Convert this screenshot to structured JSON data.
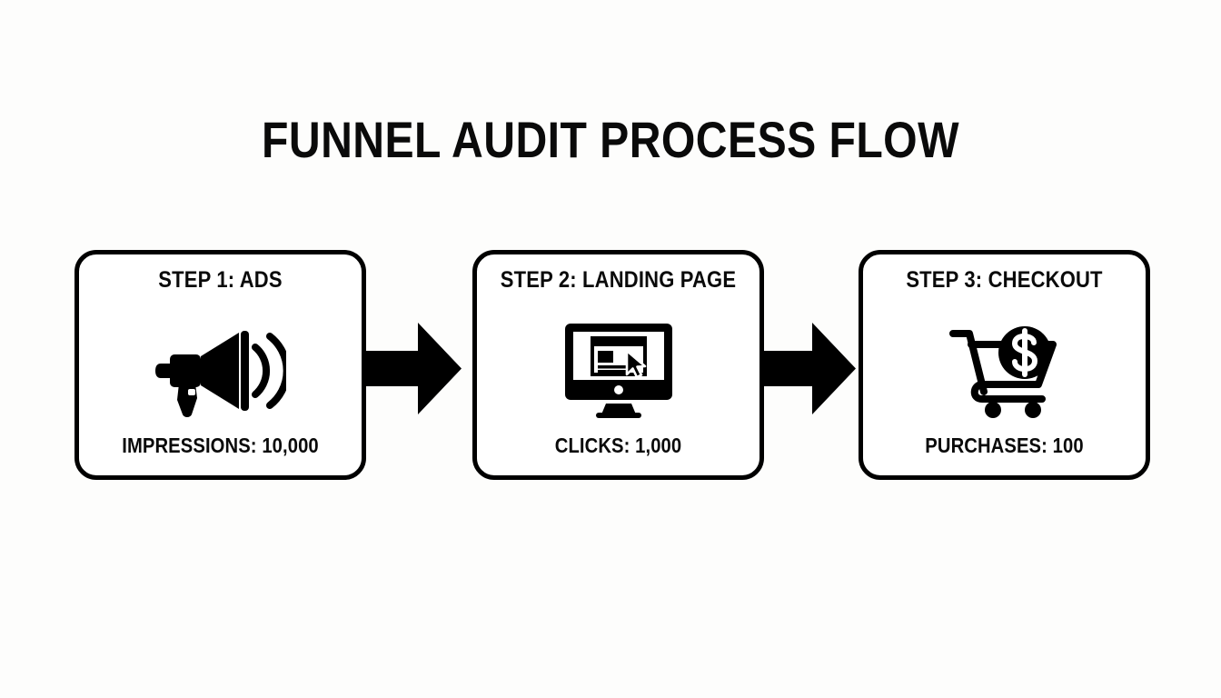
{
  "page": {
    "title": "FUNNEL AUDIT PROCESS FLOW",
    "background_color": "#fdfdfc",
    "ink_color": "#000000"
  },
  "diagram": {
    "type": "process-flow",
    "orientation": "horizontal",
    "steps": [
      {
        "id": "step-1",
        "heading": "STEP 1: ADS",
        "metric_label": "IMPRESSIONS: 10,000",
        "metric_name": "IMPRESSIONS",
        "metric_value": "10,000",
        "icon": "megaphone-icon"
      },
      {
        "id": "step-2",
        "heading": "STEP 2: LANDING PAGE",
        "metric_label": "CLICKS: 1,000",
        "metric_name": "CLICKS",
        "metric_value": "1,000",
        "icon": "monitor-webpage-cursor-icon"
      },
      {
        "id": "step-3",
        "heading": "STEP 3: CHECKOUT",
        "metric_label": "PURCHASES: 100",
        "metric_name": "PURCHASES",
        "metric_value": "100",
        "icon": "shopping-cart-dollar-icon"
      }
    ],
    "connectors": [
      {
        "id": "arrow-1",
        "icon": "right-arrow-icon",
        "from": "step-1",
        "to": "step-2"
      },
      {
        "id": "arrow-2",
        "icon": "right-arrow-icon",
        "from": "step-2",
        "to": "step-3"
      }
    ]
  }
}
